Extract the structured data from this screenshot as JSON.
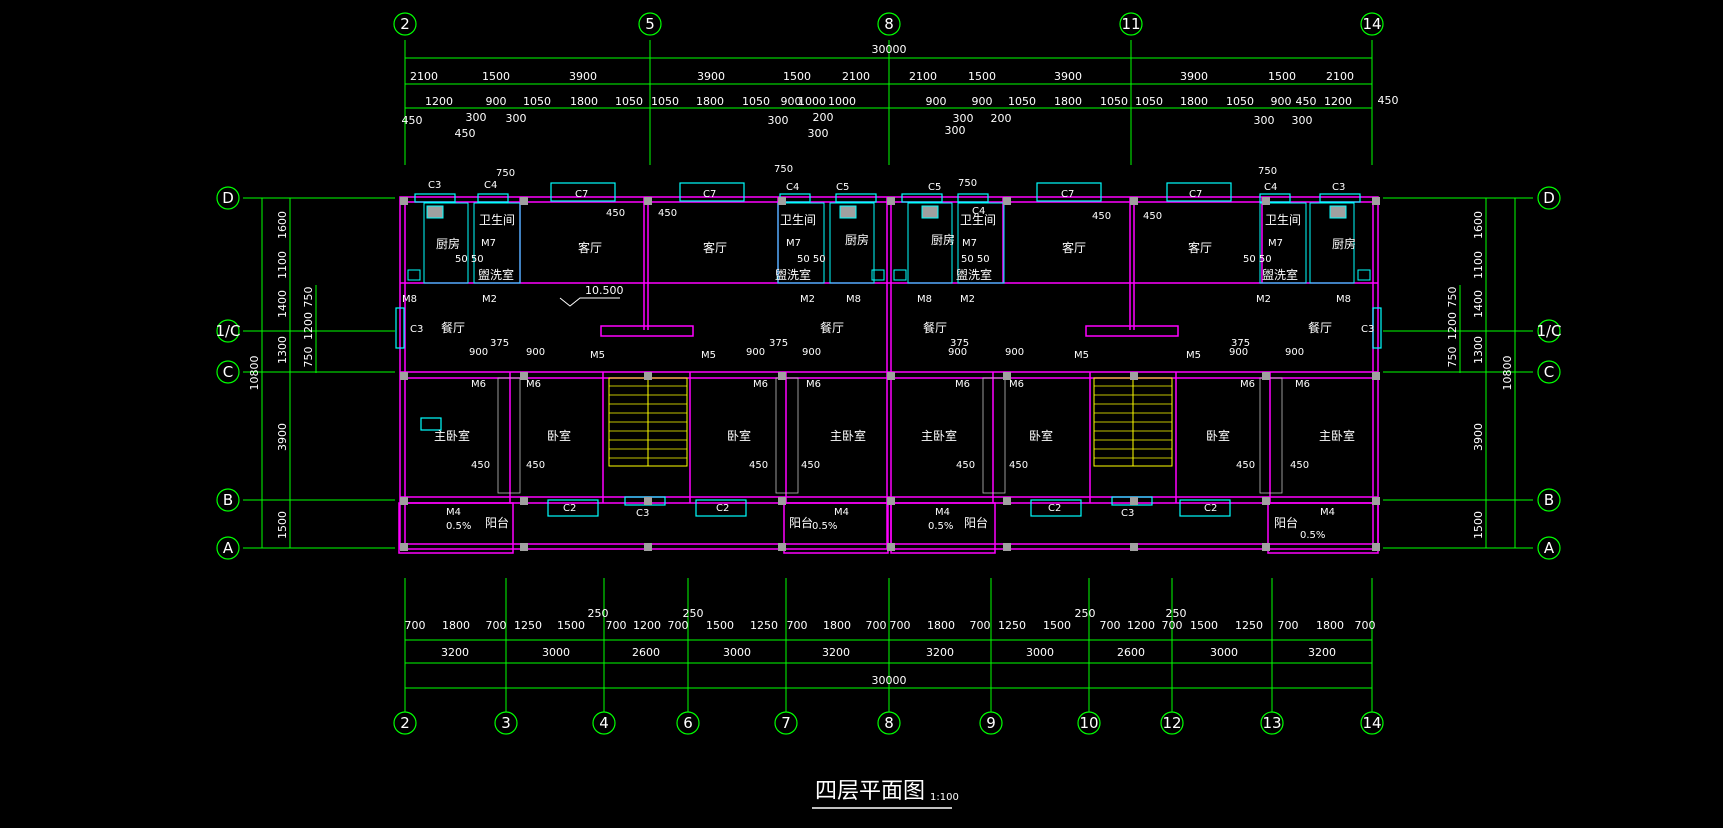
{
  "drawing": {
    "title": "四层平面图",
    "scale": "1:100",
    "elevation": "10.500"
  },
  "colors": {
    "background": "#000000",
    "dimension_line": "#00ff00",
    "wall": "#ff00ff",
    "window": "#00ffff",
    "text": "#ffffff",
    "stair": "#ffff00",
    "column": "#a0a0a0"
  },
  "axes": {
    "top": [
      "2",
      "5",
      "8",
      "11",
      "14"
    ],
    "bottom": [
      "2",
      "3",
      "4",
      "6",
      "7",
      "8",
      "9",
      "10",
      "12",
      "13",
      "14"
    ],
    "left": [
      "D",
      "1/C",
      "C",
      "B",
      "A"
    ],
    "right": [
      "D",
      "1/C",
      "C",
      "B",
      "A"
    ]
  },
  "dimensions": {
    "overall_length": "30000",
    "overall_depth": "10800",
    "top_row1": [
      "2100",
      "1500",
      "3900",
      "3900",
      "1500",
      "2100",
      "2100",
      "1500",
      "3900",
      "3900",
      "1500",
      "2100"
    ],
    "top_row2": [
      "1200",
      "900",
      "1050",
      "1800",
      "1050",
      "1050",
      "1800",
      "1050",
      "900",
      "1000",
      "1000",
      "900",
      "900",
      "1050",
      "1800",
      "1050",
      "1050",
      "1800",
      "1050",
      "900",
      "450",
      "1200"
    ],
    "top_extra": [
      "450",
      "300",
      "450",
      "300",
      "300",
      "200",
      "300",
      "300",
      "200",
      "300",
      "300",
      "300",
      "450"
    ],
    "bottom_row1": [
      "700",
      "1800",
      "700",
      "1250",
      "1500",
      "250",
      "700",
      "1200",
      "700",
      "250",
      "1500",
      "1250",
      "700",
      "1800",
      "700",
      "700",
      "1800",
      "700",
      "1250",
      "1500",
      "250",
      "700",
      "1200",
      "700",
      "250",
      "1500",
      "1250",
      "700",
      "1800",
      "700"
    ],
    "bottom_row2": [
      "3200",
      "3000",
      "2600",
      "3000",
      "3200",
      "3200",
      "3000",
      "2600",
      "3000",
      "3200"
    ],
    "left_outer": [
      "1600",
      "1100",
      "1400",
      "1300",
      "3900",
      "1500"
    ],
    "left_inner": [
      "750",
      "1200",
      "750"
    ],
    "right_outer": [
      "1600",
      "1100",
      "1400",
      "1300",
      "3900",
      "1500"
    ],
    "right_inner": [
      "750",
      "1200",
      "750"
    ]
  },
  "rooms": {
    "kitchen": "厨房",
    "toilet": "卫生间",
    "wash": "盥洗室",
    "living": "客厅",
    "dining": "餐厅",
    "master_bed": "主卧室",
    "bedroom": "卧室",
    "balcony": "阳台"
  },
  "tags": {
    "C2": "C2",
    "C3": "C3",
    "C4": "C4",
    "C5": "C5",
    "C7": "C7",
    "M2": "M2",
    "M4": "M4",
    "M5": "M5",
    "M6": "M6",
    "M7": "M7",
    "M8": "M8",
    "slope": "0.5%",
    "d50": "50",
    "d5050": "50 50",
    "d450": "450",
    "d375": "375",
    "d900": "900",
    "d750": "750"
  }
}
